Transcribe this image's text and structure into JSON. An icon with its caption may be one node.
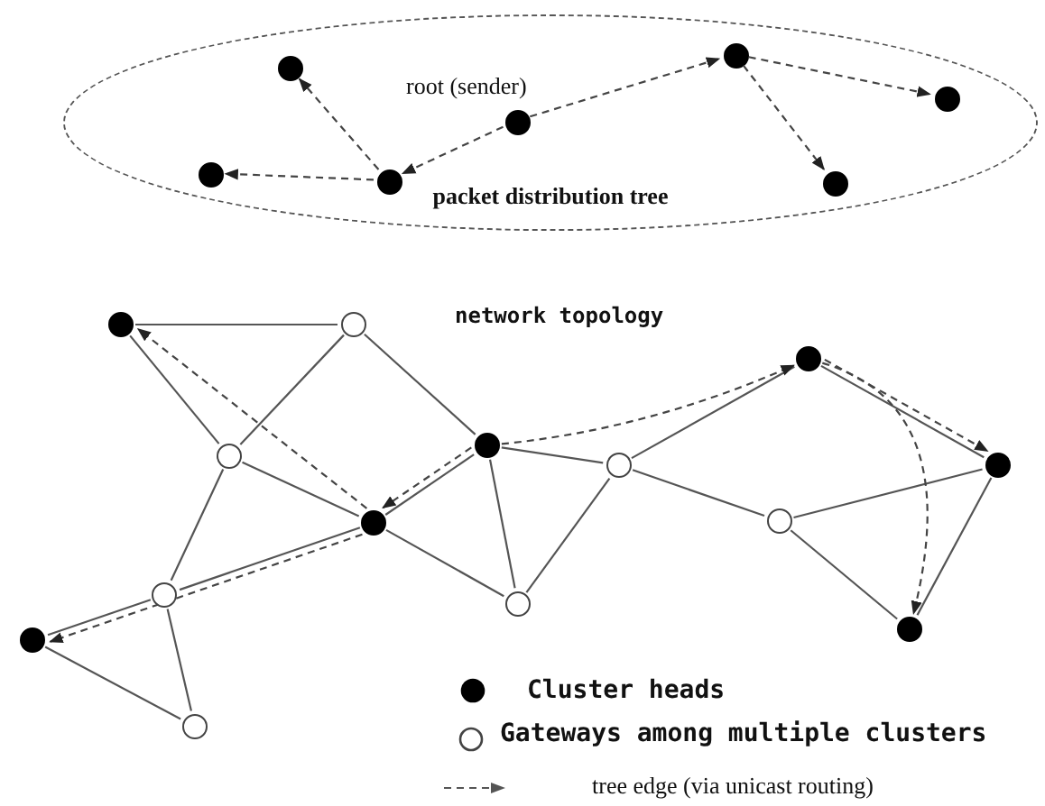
{
  "diagram": {
    "nodes": [
      {
        "text": [
          "packet distribution tree"
        ]
      },
      {
        "text": [],
        "shape": "dot",
        "in": 0
      },
      {
        "text": [],
        "shape": "dot",
        "in": 0
      },
      {
        "text": [],
        "shape": "dot",
        "in": 0
      },
      {
        "text": [],
        "shape": "dot",
        "in": 0,
        "beside": [
          "root (sender)"
        ]
      },
      {
        "text": [],
        "shape": "dot",
        "in": 0
      },
      {
        "text": [],
        "shape": "dot",
        "in": 0
      },
      {
        "text": [],
        "shape": "dot",
        "in": 0
      },
      {
        "text": [],
        "shape": "dot"
      },
      {
        "text": [],
        "shape": "dot"
      },
      {
        "text": [],
        "shape": "circle"
      },
      {
        "text": [],
        "shape": "circle"
      },
      {
        "text": [],
        "shape": "circle"
      },
      {
        "text": [],
        "shape": "circle"
      },
      {
        "text": [],
        "shape": "dot"
      },
      {
        "text": [],
        "shape": "dot"
      },
      {
        "text": [],
        "shape": "circle"
      },
      {
        "text": [],
        "shape": "circle"
      },
      {
        "text": [],
        "shape": "circle"
      },
      {
        "text": [],
        "shape": "dot"
      },
      {
        "text": [],
        "shape": "dot"
      },
      {
        "text": [],
        "shape": "dot"
      }
    ],
    "edges": [
      {
        "from": 4,
        "to": 3,
        "arrow": "to",
        "style": "dashed"
      },
      {
        "from": 3,
        "to": 2,
        "arrow": "to",
        "style": "dashed"
      },
      {
        "from": 3,
        "to": 1,
        "arrow": "to",
        "style": "dashed"
      },
      {
        "from": 4,
        "to": 5,
        "arrow": "to",
        "style": "dashed"
      },
      {
        "from": 5,
        "to": 7,
        "arrow": "to",
        "style": "dashed"
      },
      {
        "from": 5,
        "to": 6,
        "arrow": "to",
        "style": "dashed"
      },
      {
        "from": 9,
        "to": 13,
        "arrow": "none"
      },
      {
        "from": 9,
        "to": 12,
        "arrow": "none"
      },
      {
        "from": 13,
        "to": 12,
        "arrow": "none"
      },
      {
        "from": 13,
        "to": 15,
        "arrow": "none"
      },
      {
        "from": 12,
        "to": 14,
        "arrow": "none"
      },
      {
        "from": 12,
        "to": 10,
        "arrow": "none"
      },
      {
        "from": 14,
        "to": 15,
        "arrow": "none"
      },
      {
        "from": 14,
        "to": 10,
        "arrow": "none"
      },
      {
        "from": 14,
        "to": 16,
        "arrow": "none"
      },
      {
        "from": 15,
        "to": 16,
        "arrow": "none"
      },
      {
        "from": 15,
        "to": 17,
        "arrow": "none"
      },
      {
        "from": 16,
        "to": 17,
        "arrow": "none"
      },
      {
        "from": 10,
        "to": 8,
        "arrow": "none"
      },
      {
        "from": 10,
        "to": 11,
        "arrow": "none"
      },
      {
        "from": 8,
        "to": 11,
        "arrow": "none"
      },
      {
        "from": 17,
        "to": 19,
        "arrow": "none"
      },
      {
        "from": 17,
        "to": 18,
        "arrow": "none"
      },
      {
        "from": 18,
        "to": 21,
        "arrow": "none"
      },
      {
        "from": 18,
        "to": 20,
        "arrow": "none"
      },
      {
        "from": 19,
        "to": 21,
        "arrow": "none"
      },
      {
        "from": 21,
        "to": 20,
        "arrow": "none"
      },
      {
        "from": 14,
        "to": 9,
        "arrow": "to",
        "style": "dashed"
      },
      {
        "from": 15,
        "to": 14,
        "arrow": "to",
        "style": "dashed"
      },
      {
        "from": 14,
        "to": 8,
        "arrow": "to",
        "style": "dashed"
      },
      {
        "from": 15,
        "to": 19,
        "arrow": "to",
        "style": "dashed"
      },
      {
        "from": 19,
        "to": 21,
        "arrow": "to",
        "style": "dashed"
      },
      {
        "from": 19,
        "to": 20,
        "arrow": "to",
        "style": "dashed"
      }
    ],
    "labels": [
      "network topology"
    ],
    "legend": [
      {
        "text": "Cluster heads"
      },
      {
        "text": "Gateways among multiple clusters"
      },
      {
        "text": "tree edge (via unicast routing)"
      }
    ]
  }
}
